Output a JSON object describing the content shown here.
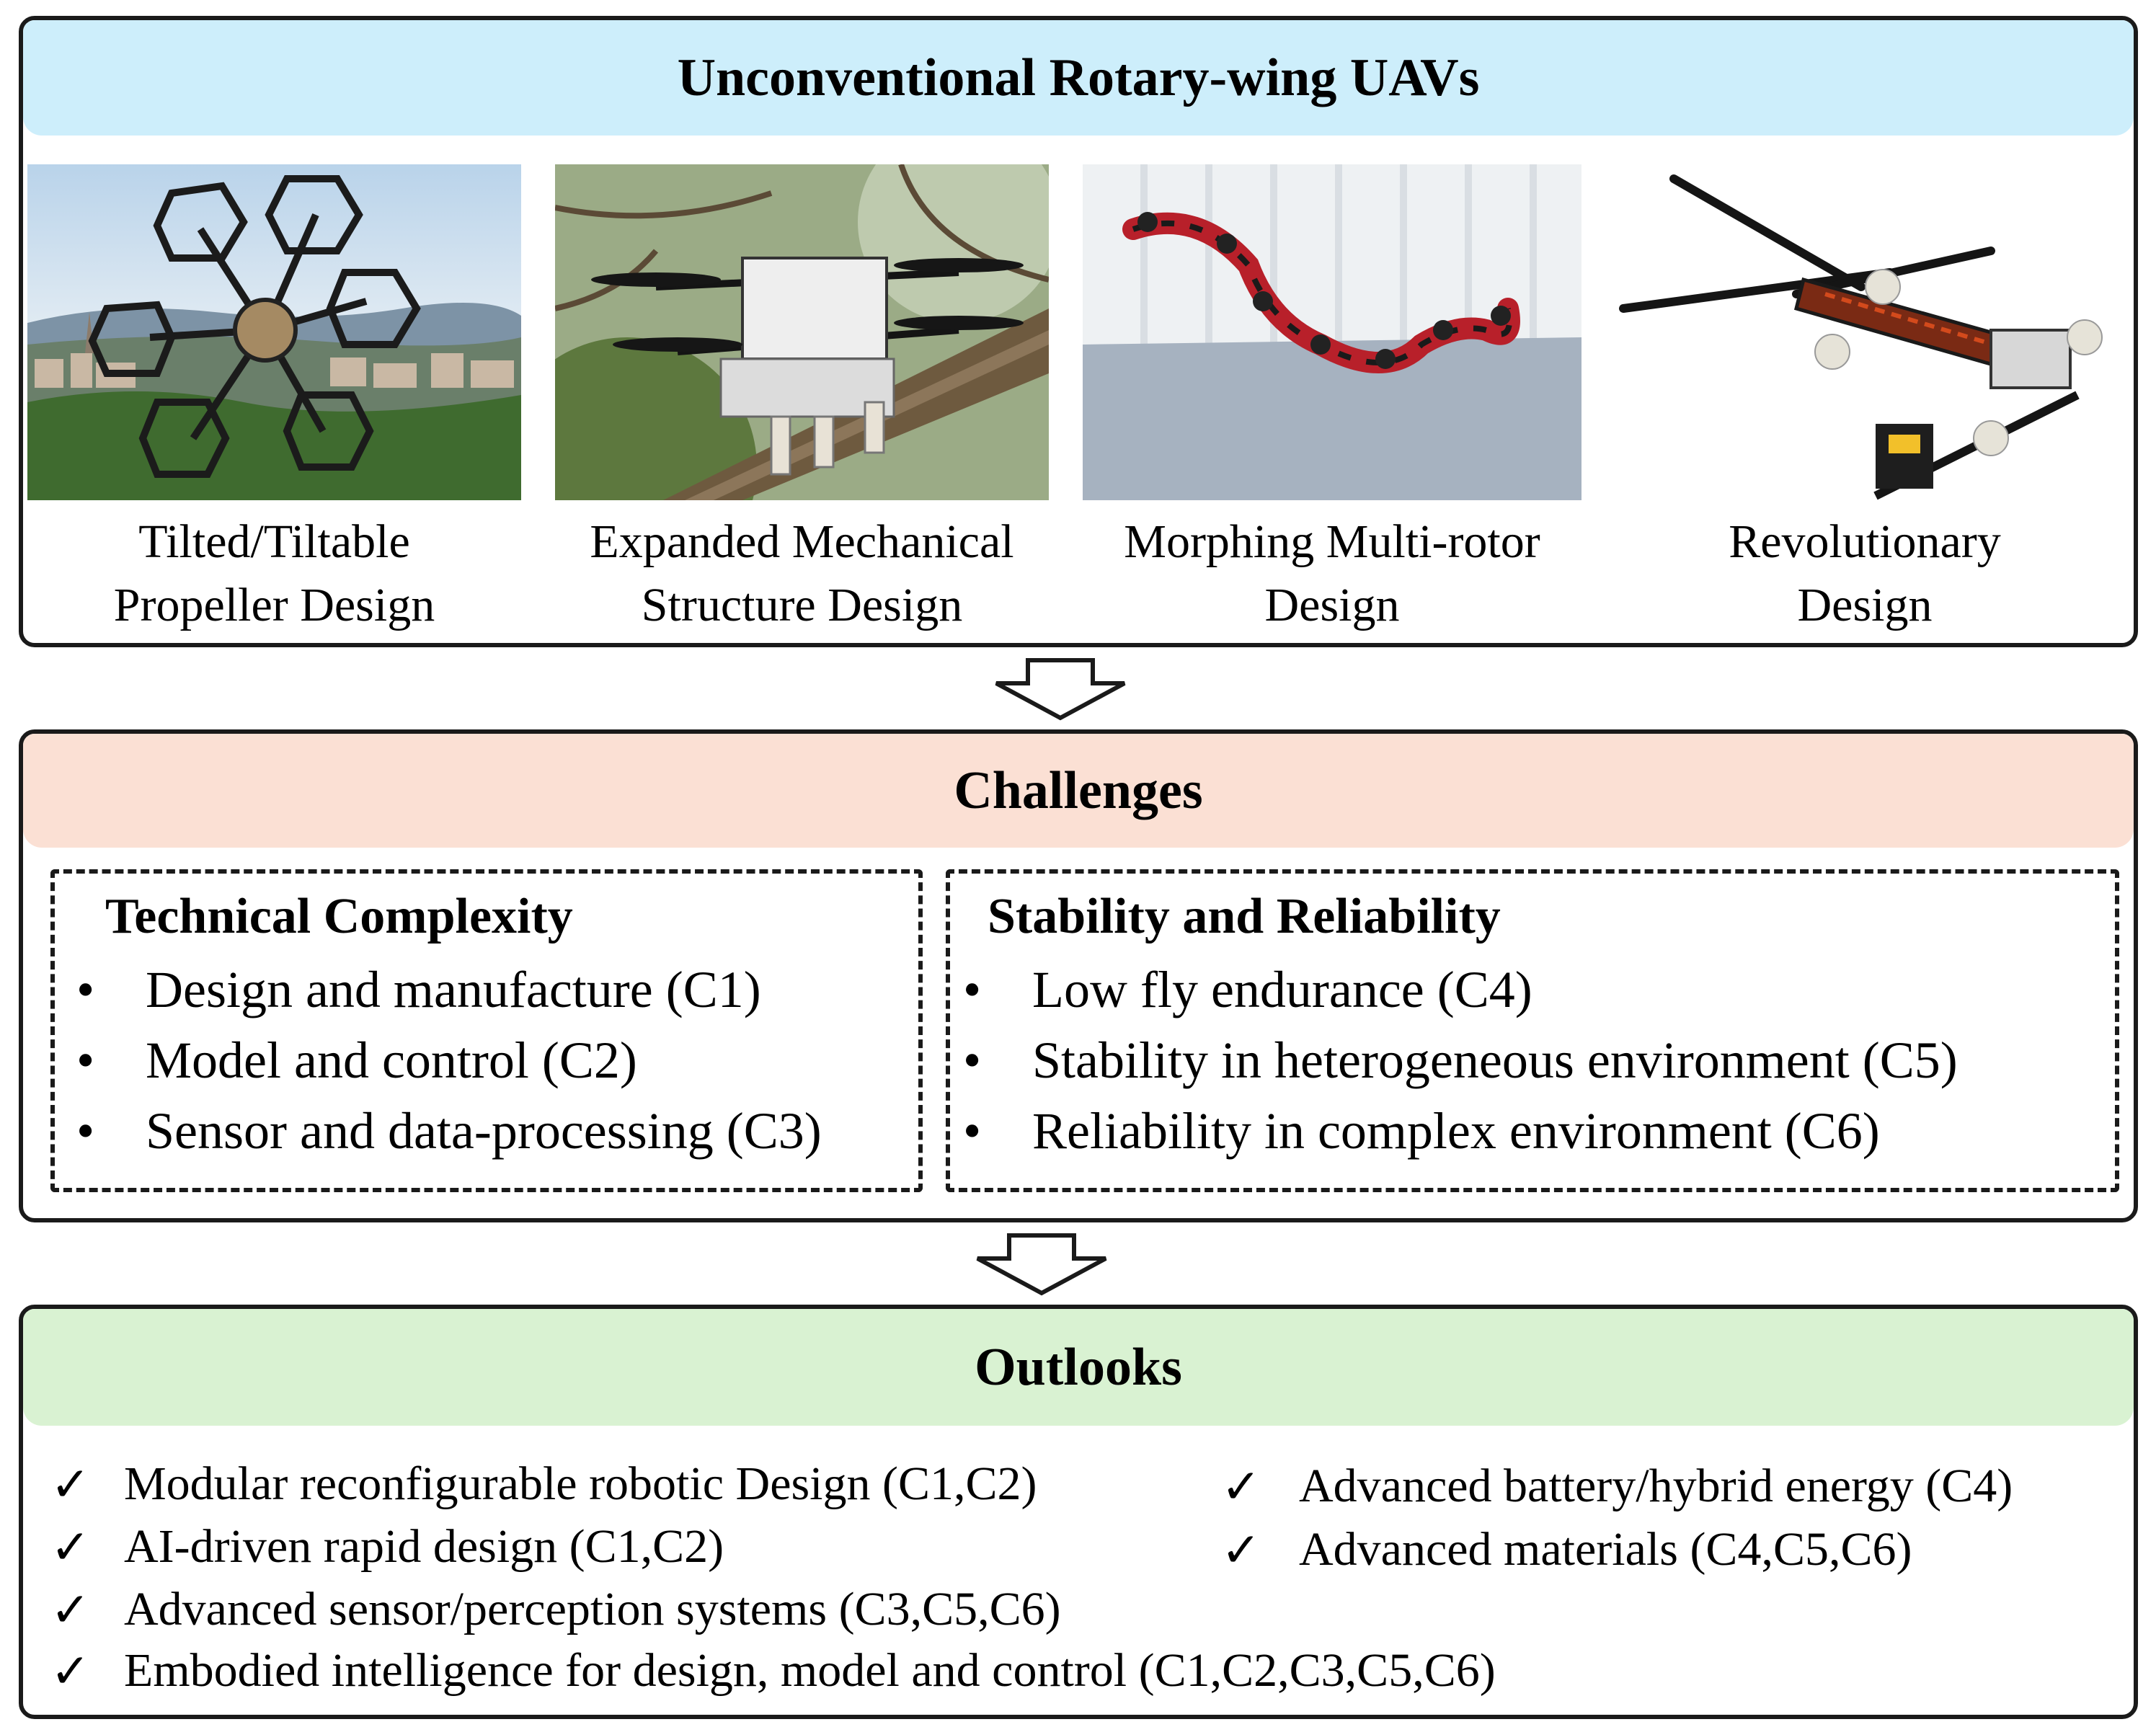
{
  "colors": {
    "header_blue": "#cdeefb",
    "header_salmon": "#fbe0d4",
    "header_green": "#d9f2d2",
    "border": "#1a1a1a"
  },
  "designs": {
    "title": "Unconventional Rotary-wing UAVs",
    "items": [
      {
        "caption_1": "Tilted/Tiltable",
        "caption_2": "Propeller Design"
      },
      {
        "caption_1": "Expanded Mechanical",
        "caption_2": "Structure Design"
      },
      {
        "caption_1": "Morphing Multi-rotor",
        "caption_2": "Design"
      },
      {
        "caption_1": "Revolutionary",
        "caption_2": "Design"
      }
    ]
  },
  "challenges": {
    "title": "Challenges",
    "technical": {
      "title": "Technical Complexity",
      "items": [
        "Design and manufacture (C1)",
        "Model and control (C2)",
        "Sensor and data-processing (C3)"
      ]
    },
    "stability": {
      "title": "Stability and Reliability",
      "items": [
        "Low fly endurance (C4)",
        "Stability in heterogeneous environment (C5)",
        "Reliability in complex environment (C6)"
      ]
    },
    "bullet": "•"
  },
  "outlooks": {
    "title": "Outlooks",
    "check": "✓",
    "left_items": [
      "Modular reconfigurable robotic Design (C1,C2)",
      "AI-driven rapid design (C1,C2)",
      "Advanced sensor/perception systems (C3,C5,C6)",
      "Embodied intelligence for design, model and control (C1,C2,C3,C5,C6)"
    ],
    "right_items": [
      "Advanced battery/hybrid energy (C4)",
      "Advanced materials (C4,C5,C6)"
    ]
  }
}
